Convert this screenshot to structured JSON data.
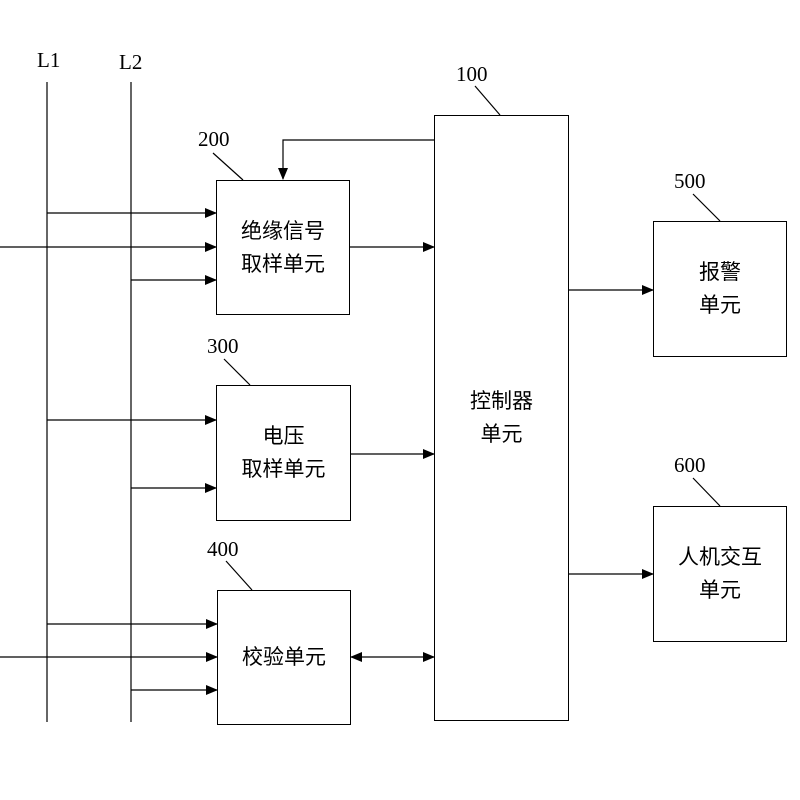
{
  "bus_lines": {
    "l1": "L1",
    "l2": "L2"
  },
  "units": {
    "controller": {
      "ref": "100",
      "line1": "控制器",
      "line2": "单元"
    },
    "insulation_sampling": {
      "ref": "200",
      "line1": "绝缘信号",
      "line2": "取样单元"
    },
    "voltage_sampling": {
      "ref": "300",
      "line1": "电压",
      "line2": "取样单元"
    },
    "verification": {
      "ref": "400",
      "line1": "校验单元"
    },
    "alarm": {
      "ref": "500",
      "line1": "报警",
      "line2": "单元"
    },
    "hmi": {
      "ref": "600",
      "line1": "人机交互",
      "line2": "单元"
    }
  }
}
